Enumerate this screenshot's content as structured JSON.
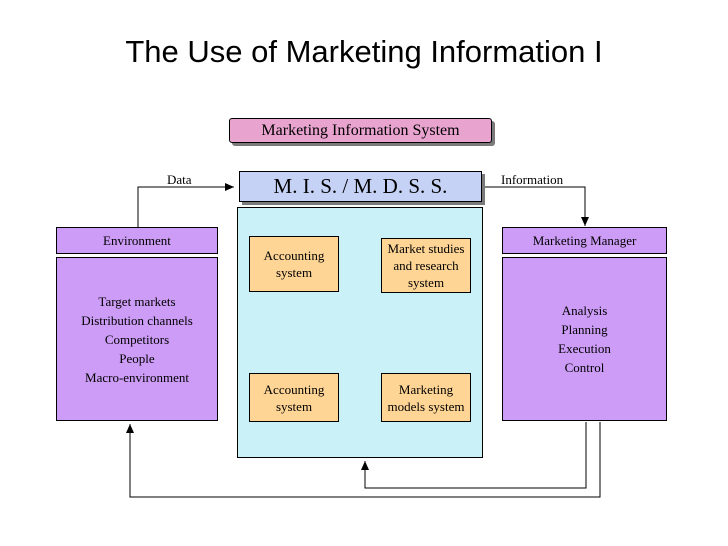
{
  "title": "The Use of Marketing Information I",
  "mis_banner": "Marketing Information System",
  "mis_header": "M. I. S.  /  M. D. S. S.",
  "flow_labels": {
    "data": "Data",
    "information": "Information"
  },
  "environment": {
    "header": "Environment",
    "items": [
      "Target markets",
      "Distribution channels",
      "Competitors",
      "People",
      "Macro-environment"
    ]
  },
  "marketing_manager": {
    "header": "Marketing Manager",
    "items": [
      "Analysis",
      "Planning",
      "Execution",
      "Control"
    ]
  },
  "subsystems": {
    "top_left": [
      "Accounting",
      "system"
    ],
    "top_right": [
      "Market studies",
      "and research",
      "system"
    ],
    "bottom_left": [
      "Accounting",
      "system"
    ],
    "bottom_right": [
      "Marketing",
      "models system"
    ]
  },
  "colors": {
    "banner": "#e8a4cf",
    "mis_header": "#c6d2f5",
    "panel": "#c9f1f7",
    "lavender": "#cc9cf6",
    "subsystem": "#ffd596"
  }
}
